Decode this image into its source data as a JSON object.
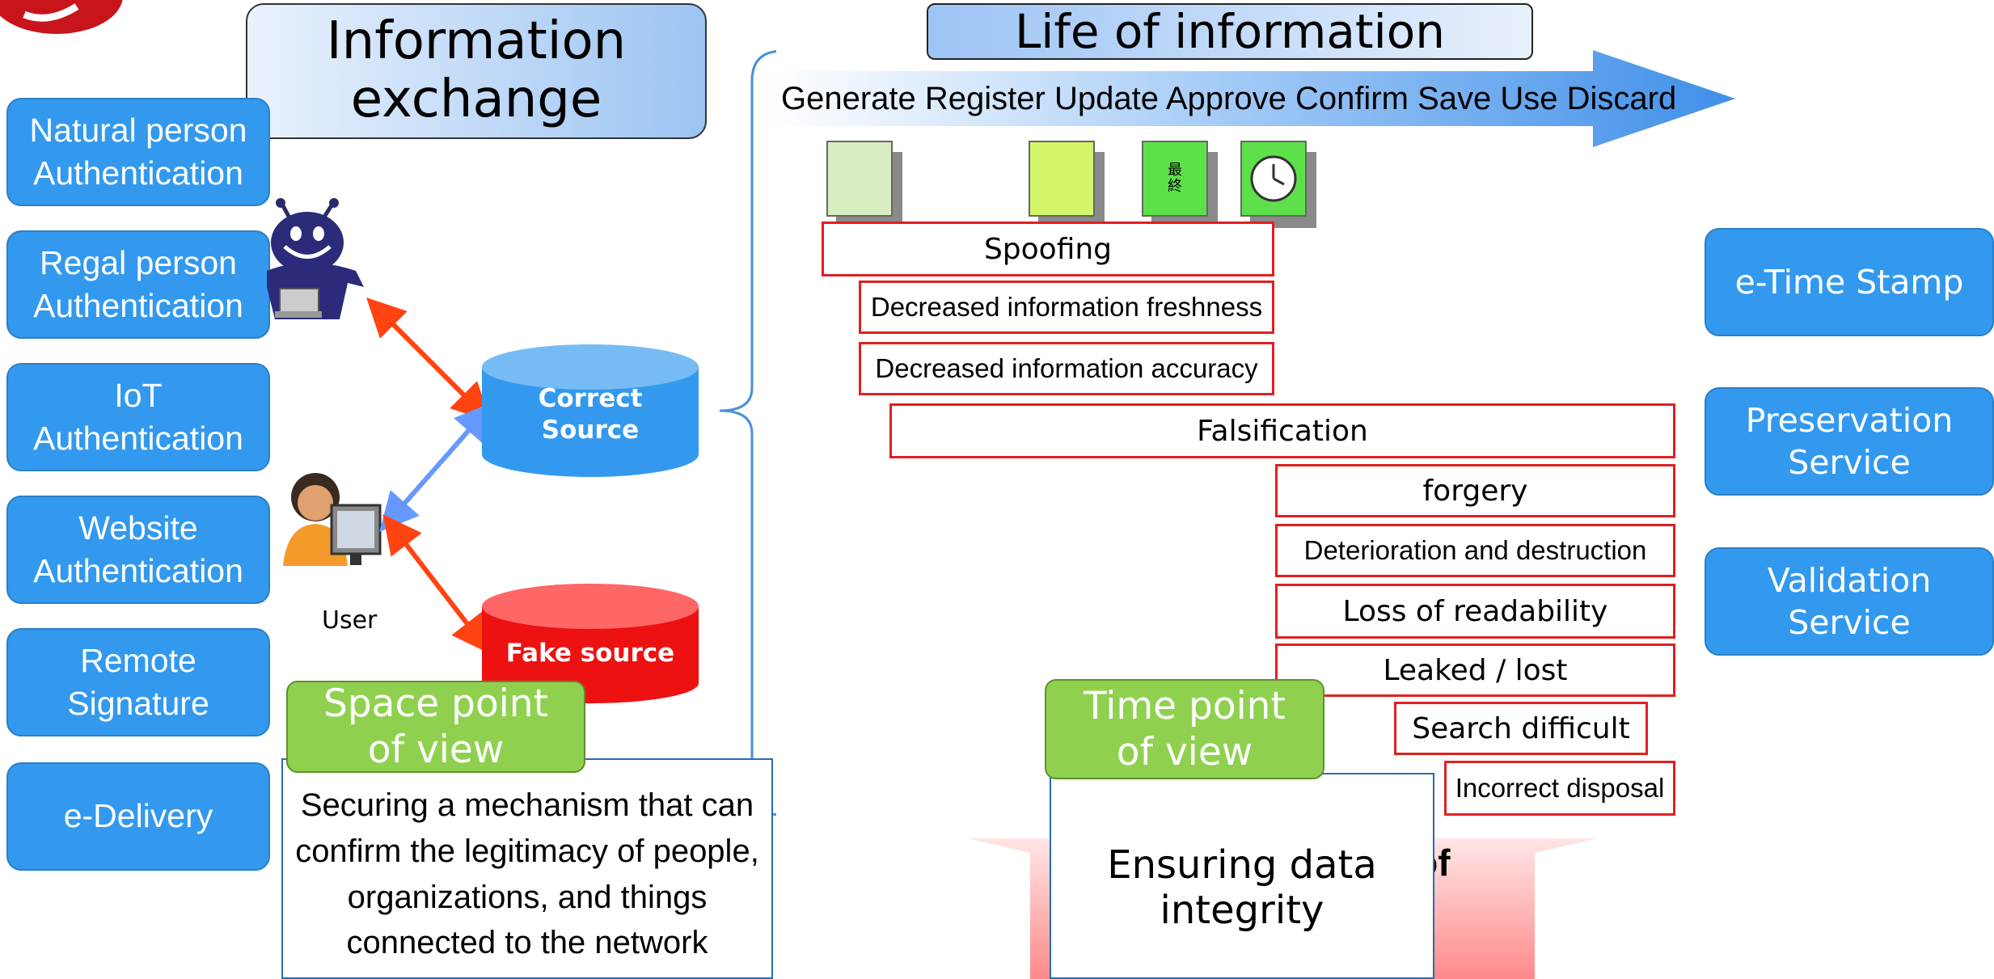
{
  "left_column": {
    "items": [
      {
        "label": "Natural person\nAuthentication"
      },
      {
        "label": "Regal person\nAuthentication"
      },
      {
        "label": "IoT\nAuthentication"
      },
      {
        "label": "Website\nAuthentication"
      },
      {
        "label": "Remote\nSignature"
      },
      {
        "label": "e-Delivery"
      }
    ]
  },
  "info_exchange": {
    "title": "Information\nexchange"
  },
  "network": {
    "correct_source": "Correct\nSource",
    "fake_source": "Fake source",
    "user_label": "User",
    "colors": {
      "correct": "#3399ee",
      "fake": "#ee1111",
      "attack_arrow": "#ff4411",
      "legit_arrow": "#6699ff"
    }
  },
  "space_pov": {
    "label": "Space point\nof view",
    "description": "Securing a mechanism that can confirm the legitimacy of people, organizations, and things connected to the network"
  },
  "life": {
    "title": "Life of information",
    "stages": "Generate Register Update Approve Confirm Save Use Discard",
    "doc_icons": [
      "document-icon",
      "document-icon",
      "final-document-icon",
      "clock-document-icon"
    ],
    "final_doc_text": "最\n終"
  },
  "threats": [
    {
      "label": "Spoofing"
    },
    {
      "label": "Decreased information freshness"
    },
    {
      "label": "Decreased information accuracy"
    },
    {
      "label": "Falsification"
    },
    {
      "label": "forgery"
    },
    {
      "label": "Deterioration and destruction"
    },
    {
      "label": "Loss of readability"
    },
    {
      "label": "Leaked / lost"
    },
    {
      "label": "Search difficult"
    },
    {
      "label": "Incorrect disposal"
    }
  ],
  "time_pov": {
    "label": "Time point\nof view",
    "description": "Ensuring data\nintegrity",
    "partial_text": "t of"
  },
  "right_column": {
    "items": [
      {
        "label": "e-Time Stamp"
      },
      {
        "label": "Preservation\nService"
      },
      {
        "label": "Validation\nService"
      }
    ]
  }
}
